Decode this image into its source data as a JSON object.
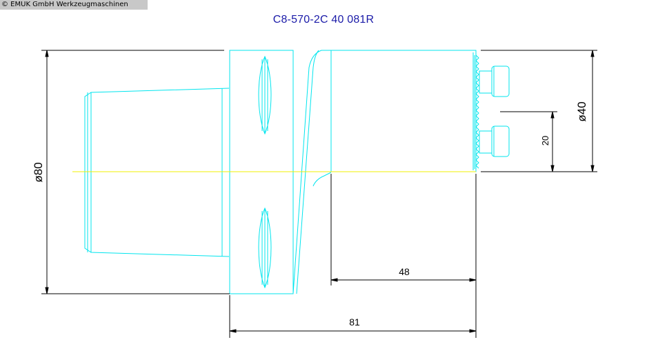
{
  "header": {
    "copyright": "© EMUK GmbH Werkzeugmaschinen"
  },
  "drawing": {
    "title": "C8-570-2C 40 081R",
    "colors": {
      "outline": "#00e5ee",
      "centerline": "#f0f000",
      "dimension": "#000000",
      "title": "#1a1aa8"
    },
    "dimensions": {
      "diameter_large": "ø80",
      "diameter_small": "ø40",
      "offset": "20",
      "length_head": "48",
      "length_total": "81"
    }
  }
}
